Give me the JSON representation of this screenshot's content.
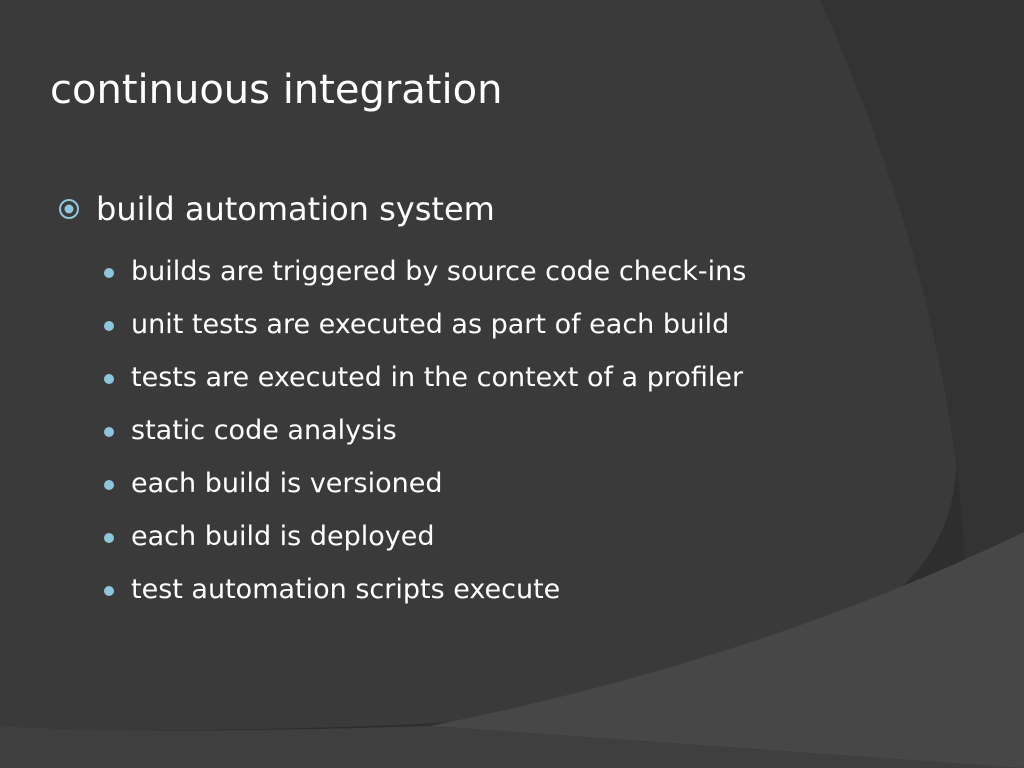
{
  "slide": {
    "title": "continuous integration",
    "bullet": {
      "icon": "target-circle-icon",
      "text": "build automation system",
      "subitems": [
        "builds are triggered by source code check-ins",
        "unit tests are executed as part of each build",
        "tests are executed in the context of a profiler",
        "static code analysis",
        "each build is versioned",
        "each build is deployed",
        "test automation scripts execute"
      ]
    }
  },
  "colors": {
    "background": "#2e2e2e",
    "panel": "#3a3a3a",
    "accent": "#8ec6dc",
    "text": "#ffffff"
  }
}
